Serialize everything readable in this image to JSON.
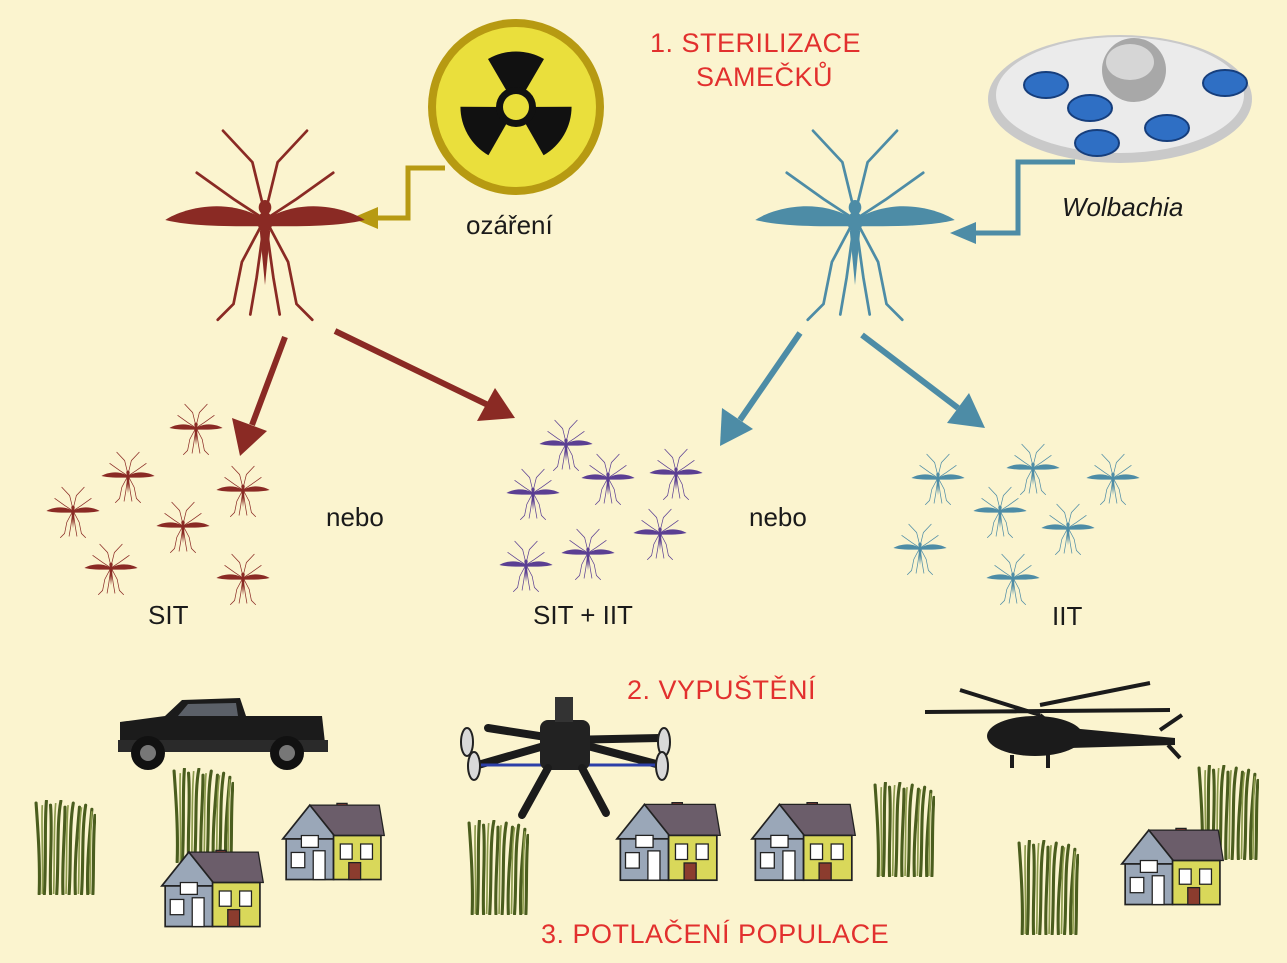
{
  "labels": {
    "step1_line1": "1. STERILIZACE",
    "step1_line2": "SAMEČKŮ",
    "irradiation": "ozáření",
    "wolbachia": "Wolbachia",
    "or_left": "nebo",
    "or_right": "nebo",
    "sit": "SIT",
    "sit_iit": "SIT + IIT",
    "iit": "IIT",
    "step2": "2. VYPUŠTĚNÍ",
    "step3": "3. POTLAČENÍ POPULACE"
  },
  "colors": {
    "background": "#fbf4cf",
    "sit": "#8a2a24",
    "iit": "#4d8ca6",
    "combined": "#5b3f93",
    "radiation": "#b79a12",
    "step_text": "#e2302e"
  },
  "icons": [
    "radiation-icon",
    "petri-dish-icon",
    "mosquito-icon",
    "pickup-truck-icon",
    "drone-icon",
    "helicopter-icon",
    "house-icon",
    "grass-icon"
  ]
}
